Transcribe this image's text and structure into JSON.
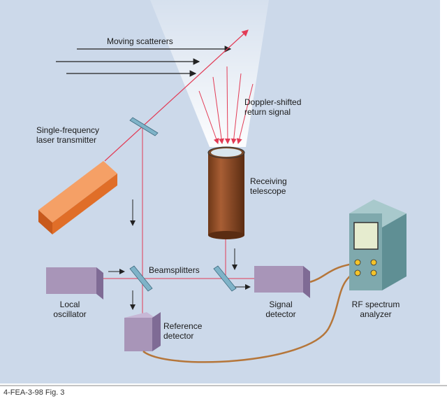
{
  "labels": {
    "moving_scatterers": "Moving scatterers",
    "doppler_line1": "Doppler-shifted",
    "doppler_line2": "return signal",
    "laser_line1": "Single-frequency",
    "laser_line2": "laser transmitter",
    "telescope_line1": "Receiving",
    "telescope_line2": "telescope",
    "beamsplitters": "Beamsplitters",
    "local_line1": "Local",
    "local_line2": "oscillator",
    "signal_line1": "Signal",
    "signal_line2": "detector",
    "rf_line1": "RF spectrum",
    "rf_line2": "analyzer",
    "reference_line1": "Reference",
    "reference_line2": "detector"
  },
  "caption": "4-FEA-3-98 Fig. 3",
  "colors": {
    "background": "#ccd9ea",
    "beam": "#e23b55",
    "laser": "#f07a30",
    "telescope": "#9b5430",
    "detector": "#a895b8",
    "mirror": "#7fb3c8",
    "cable": "#b5763a",
    "analyzer": "#7fa9ad"
  }
}
